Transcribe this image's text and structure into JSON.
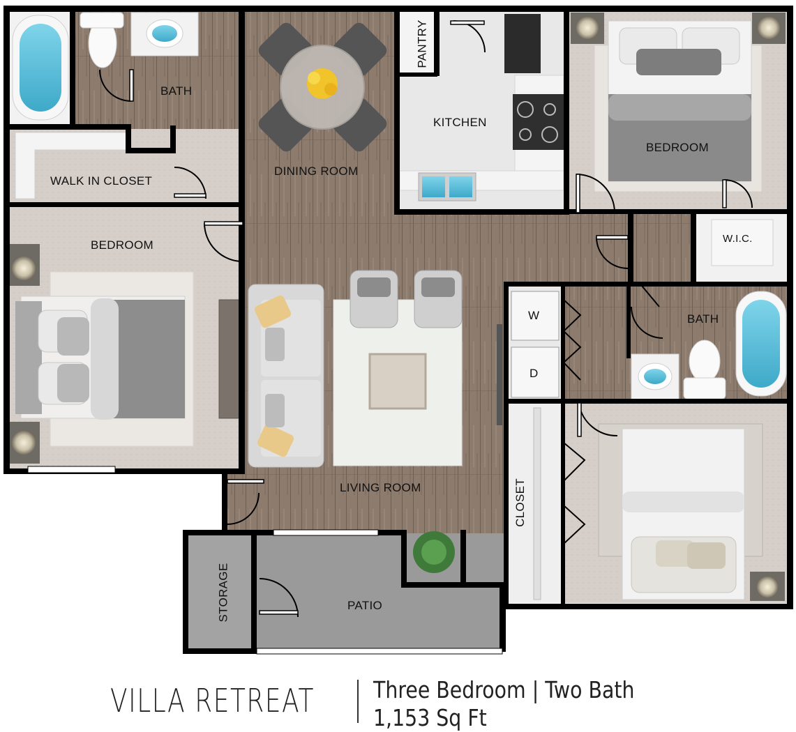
{
  "rooms": {
    "bath_master": "BATH",
    "walk_in_closet": "WALK IN CLOSET",
    "bedroom_left": "BEDROOM",
    "dining_room": "DINING ROOM",
    "pantry": "PANTRY",
    "kitchen": "KITCHEN",
    "bedroom_top_right": "BEDROOM",
    "wic": "W.I.C.",
    "bath_right": "BATH",
    "washer": "W",
    "dryer": "D",
    "closet": "CLOSET",
    "living_room": "LIVING ROOM",
    "storage": "STORAGE",
    "patio": "PATIO"
  },
  "footer": {
    "plan_name": "VILLA RETREAT",
    "bed_bath": "Three Bedroom | Two Bath",
    "square_feet": "1,153 Sq Ft"
  },
  "colors": {
    "wall": "#000000",
    "wood_floor": "#8c7a6c",
    "carpet": "#d8d2cc",
    "tile": "#e9e9e9",
    "patio_concrete": "#9a9a9a",
    "water": "#5fc3dc"
  }
}
